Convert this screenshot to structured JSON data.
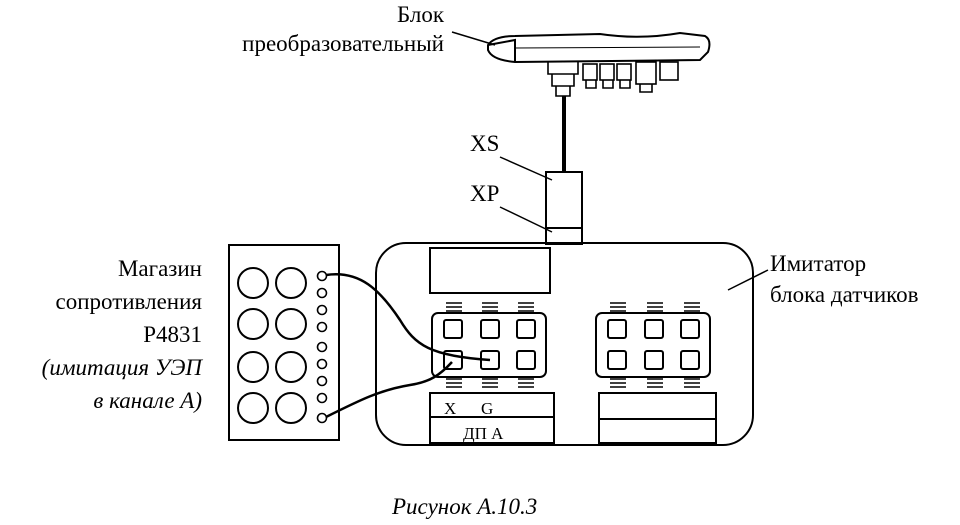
{
  "labels": {
    "converter_line1": "Блок",
    "converter_line2": "преобразовательный",
    "xs": "XS",
    "xp": "XP",
    "resistor_line1": "Магазин",
    "resistor_line2": "сопротивления",
    "resistor_line3": "Р4831",
    "resistor_line4": "(имитация УЭП",
    "resistor_line5": "в канале А)",
    "simulator_line1": "Имитатор",
    "simulator_line2": "блока датчиков",
    "terminal_x": "X",
    "terminal_g": "G",
    "dpa": "ДП А"
  },
  "caption": "Рисунок А.10.3",
  "colors": {
    "ink": "#000000",
    "paper": "#ffffff"
  }
}
